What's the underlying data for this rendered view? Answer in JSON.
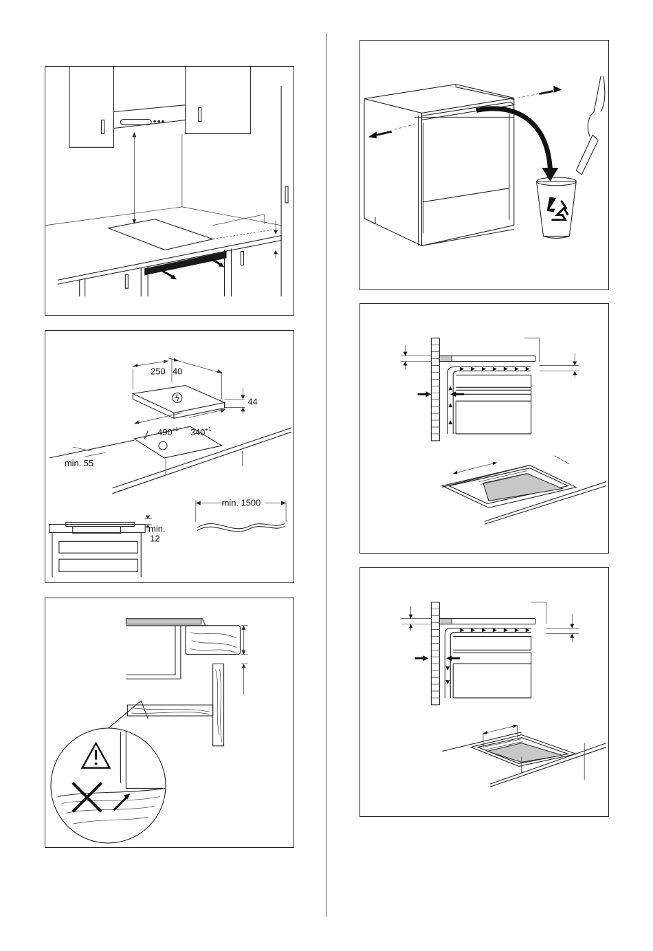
{
  "colors": {
    "line": "#222222",
    "fill_grey": "#c8c8c8",
    "fill_dark": "#1a1a1a",
    "background": "#ffffff"
  },
  "icons": [
    "warning-icon",
    "recycle-icon",
    "power-icon",
    "cross-icon",
    "arrow-icon"
  ],
  "panel_dimensions": {
    "width": "250",
    "offset": "40",
    "height": "44",
    "cutout_depth": "490",
    "cutout_depth_tol": "+1",
    "cutout_width": "340",
    "cutout_width_tol": "+1",
    "min_edge": "min. 55",
    "min_gap_label": "min.",
    "min_gap_value": "12",
    "min_cable": "min. 1500"
  }
}
